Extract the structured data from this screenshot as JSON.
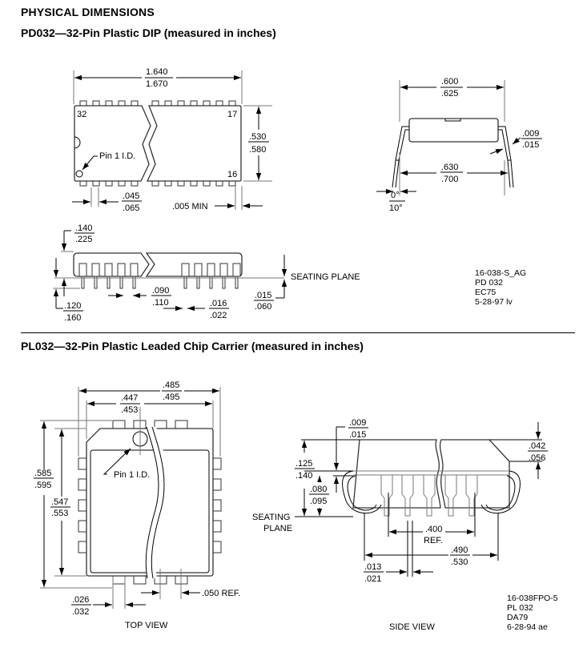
{
  "page_title": "PHYSICAL DIMENSIONS",
  "pd032": {
    "heading": "PD032—32-Pin Plastic DIP (measured in inches)",
    "top_view": {
      "length": {
        "min": "1.640",
        "max": "1.670"
      },
      "width": {
        "min": ".530",
        "max": ".580"
      },
      "pin_width": {
        "min": ".045",
        "max": ".065"
      },
      "end_clearance": ".005 MIN",
      "pin_labels": {
        "top_left": "32",
        "top_right": "17",
        "bottom_right": "16"
      },
      "pin1_label": "Pin 1 I.D."
    },
    "end_view": {
      "body_width": {
        "min": ".600",
        "max": ".625"
      },
      "lead_thickness": {
        "min": ".009",
        "max": ".015"
      },
      "lead_span": {
        "min": ".630",
        "max": ".700"
      },
      "lead_angle": {
        "min": "0°",
        "max": "10°"
      }
    },
    "side_view": {
      "body_height": {
        "min": ".140",
        "max": ".225"
      },
      "lead_length": {
        "min": ".120",
        "max": ".160"
      },
      "pin_pitch": {
        "min": ".090",
        "max": ".110"
      },
      "lead_width": {
        "min": ".016",
        "max": ".022"
      },
      "standoff": {
        "min": ".015",
        "max": ".060"
      },
      "seating_plane_label": "SEATING PLANE"
    },
    "drawing_code": [
      "16-038-S_AG",
      "PD 032",
      "EC75",
      "5-28-97 lv"
    ]
  },
  "pl032": {
    "heading": "PL032—32-Pin Plastic Leaded Chip Carrier (measured in inches)",
    "top_view": {
      "caption": "TOP VIEW",
      "outer_width": {
        "min": ".485",
        "max": ".495"
      },
      "body_width": {
        "min": ".447",
        "max": ".453"
      },
      "outer_length": {
        "min": ".585",
        "max": ".595"
      },
      "body_length": {
        "min": ".547",
        "max": ".553"
      },
      "pin_width": {
        "min": ".026",
        "max": ".032"
      },
      "pin_pitch": ".050 REF.",
      "pin1_label": "Pin 1 I.D."
    },
    "side_view": {
      "caption": "SIDE VIEW",
      "top_offset": {
        "min": ".009",
        "max": ".015"
      },
      "height": {
        "min": ".125",
        "max": ".140"
      },
      "lead_height": {
        "min": ".080",
        "max": ".095"
      },
      "chamfer": {
        "min": ".042",
        "max": ".056"
      },
      "pin_span": ".400",
      "pin_span_ref": "REF.",
      "lead_span": {
        "min": ".490",
        "max": ".530"
      },
      "lead_width": {
        "min": ".013",
        "max": ".021"
      },
      "seating_plane_line1": "SEATING",
      "seating_plane_line2": "PLANE"
    },
    "drawing_code": [
      "16-038FPO-5",
      "PL 032",
      "DA79",
      "6-28-94 ae"
    ]
  }
}
